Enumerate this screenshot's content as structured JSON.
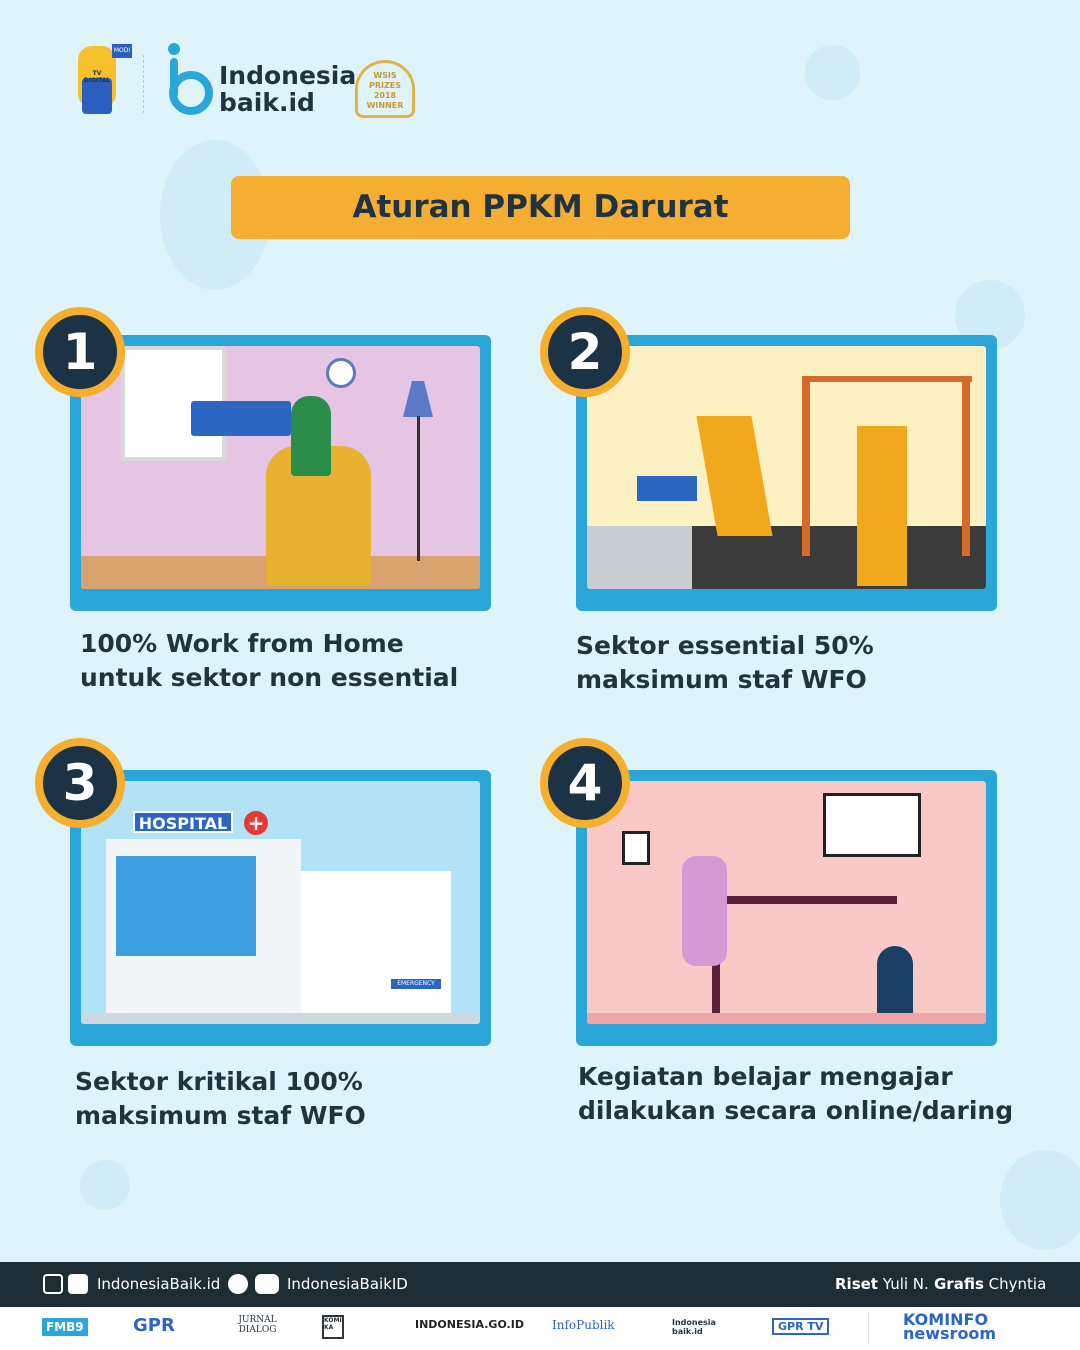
{
  "header": {
    "brand_line1": "Indonesia",
    "brand_line2": "baik.id",
    "mascot_label": "TV DIGITAL",
    "mascot_flag": "MODI",
    "award": "WSIS PRIZES 2018 WINNER"
  },
  "title": "Aturan PPKM Darurat",
  "cards": [
    {
      "number": "1",
      "line1": "100% Work from Home",
      "line2": "untuk sektor non essential",
      "bg": "#e6c4e4"
    },
    {
      "number": "2",
      "line1": "Sektor essential 50%",
      "line2": "maksimum staf WFO",
      "bg": "#fdf0c2"
    },
    {
      "number": "3",
      "line1": "Sektor kritikal 100%",
      "line2": "maksimum staf WFO",
      "bg": "#b2e2f5",
      "sign": "HOSPITAL",
      "emergency": "EMERGENCY"
    },
    {
      "number": "4",
      "line1": "Kegiatan belajar mengajar",
      "line2": "dilakukan secara online/daring",
      "bg": "#f8c9c6"
    }
  ],
  "footer": {
    "handle1": "IndonesiaBaik.id",
    "handle2": "IndonesiaBaikID",
    "riset_label": "Riset",
    "riset_name": "Yuli N.",
    "grafis_label": "Grafis",
    "grafis_name": "Chyntia"
  },
  "partners": [
    "FMB9",
    "GPR",
    "JURNAL DIALOG",
    "KOMINFO KA",
    "INDONESIA.GO.ID",
    "InfoPublik",
    "Indonesia baik.id",
    "GPR TV",
    "KOMINFO newsroom"
  ]
}
